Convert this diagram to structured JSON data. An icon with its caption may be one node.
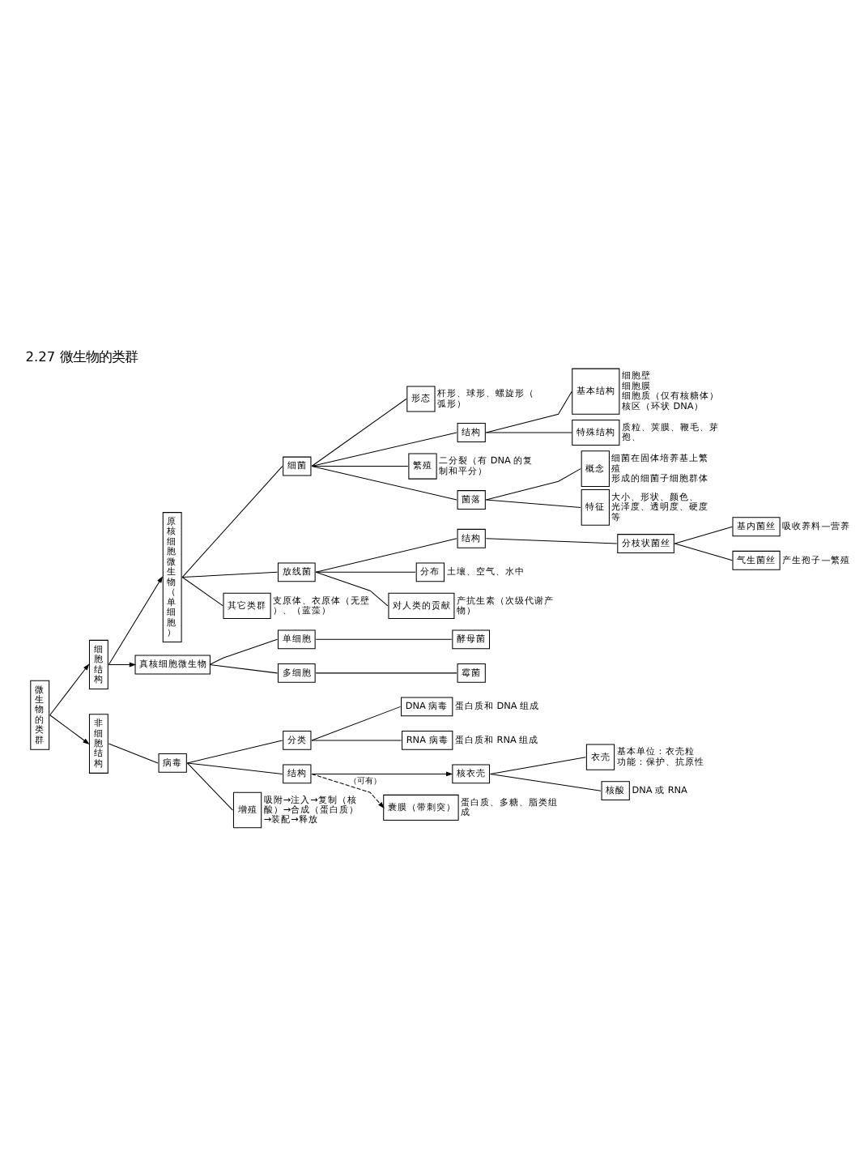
{
  "diagram": {
    "title": "2.27 微生物的类群",
    "nodes": [
      {
        "text": [
          "微生物的类群"
        ]
      },
      {
        "text": [
          "细胞结构"
        ]
      },
      {
        "text": [
          "原核细胞微生物（单细胞）"
        ]
      },
      {
        "text": [
          "细菌"
        ]
      },
      {
        "text": [
          "形态"
        ],
        "beside": [
          "杆形、球形、螺旋形（弧形）"
        ]
      },
      {
        "text": [
          "结构"
        ]
      },
      {
        "text": [
          "基本结构"
        ],
        "beside": [
          "细胞壁",
          "细胞膜",
          "细胞质（仅有核糖体）",
          "核区（环状 DNA）"
        ]
      },
      {
        "text": [
          "特殊结构"
        ],
        "beside": [
          "质粒、荚膜、鞭毛、芽孢、"
        ]
      },
      {
        "text": [
          "繁殖"
        ],
        "beside": [
          "二分裂（有 DNA 的复制和平分）"
        ]
      },
      {
        "text": [
          "菌落"
        ]
      },
      {
        "text": [
          "概念"
        ],
        "beside": [
          "细菌在固体培养基上繁殖",
          "形成的细菌子细胞群体"
        ]
      },
      {
        "text": [
          "特征"
        ],
        "beside": [
          "大小、形状、颜色、",
          "光泽度、透明度、硬度等"
        ]
      },
      {
        "text": [
          "放线菌"
        ]
      },
      {
        "text": [
          "结构"
        ]
      },
      {
        "text": [
          "分枝状菌丝"
        ]
      },
      {
        "text": [
          "基内菌丝"
        ],
        "beside": [
          "吸收养料—营养"
        ]
      },
      {
        "text": [
          "气生菌丝"
        ],
        "beside": [
          "产生孢子—繁殖"
        ]
      },
      {
        "text": [
          "分布"
        ],
        "beside": [
          "土壤、空气、水中"
        ]
      },
      {
        "text": [
          "对人类的贡献"
        ],
        "beside": [
          "产抗生素（次级代谢产物）"
        ]
      },
      {
        "text": [
          "其它类群"
        ],
        "beside": [
          "支原体、衣原体（无壁）、（蓝藻）"
        ]
      },
      {
        "text": [
          "真核细胞微生物"
        ]
      },
      {
        "text": [
          "单细胞"
        ]
      },
      {
        "text": [
          "酵母菌"
        ]
      },
      {
        "text": [
          "多细胞"
        ]
      },
      {
        "text": [
          "霉菌"
        ]
      },
      {
        "text": [
          "非细胞结构"
        ]
      },
      {
        "text": [
          "病毒"
        ]
      },
      {
        "text": [
          "分类"
        ]
      },
      {
        "text": [
          "DNA 病毒"
        ],
        "beside": [
          "蛋白质和 DNA 组成"
        ]
      },
      {
        "text": [
          "RNA 病毒"
        ],
        "beside": [
          "蛋白质和 RNA 组成"
        ]
      },
      {
        "text": [
          "结构"
        ]
      },
      {
        "text": [
          "核衣壳"
        ]
      },
      {
        "text": [
          "衣壳"
        ],
        "beside": [
          "基本单位：衣壳粒",
          "功能：保护、抗原性"
        ]
      },
      {
        "text": [
          "核酸"
        ],
        "beside": [
          "DNA 或 RNA"
        ]
      },
      {
        "text": [
          "囊膜（带刺突）"
        ],
        "beside": [
          "蛋白质、多糖、脂类组成"
        ]
      },
      {
        "text": [
          "增殖"
        ],
        "beside": [
          "吸附→注入→复制（核酸）→合成（蛋白质）→装配→释放"
        ]
      }
    ],
    "edges": [
      {
        "from": 0,
        "to": 1,
        "arrow": "to"
      },
      {
        "from": 0,
        "to": 25,
        "arrow": "to"
      },
      {
        "from": 1,
        "to": 2,
        "arrow": "to"
      },
      {
        "from": 1,
        "to": 20,
        "arrow": "to"
      },
      {
        "from": 2,
        "to": 3,
        "arrow": "none"
      },
      {
        "from": 2,
        "to": 12,
        "arrow": "none"
      },
      {
        "from": 2,
        "to": 19,
        "arrow": "none"
      },
      {
        "from": 3,
        "to": 4,
        "arrow": "none"
      },
      {
        "from": 3,
        "to": 5,
        "arrow": "none"
      },
      {
        "from": 3,
        "to": 8,
        "arrow": "none"
      },
      {
        "from": 3,
        "to": 9,
        "arrow": "none"
      },
      {
        "from": 5,
        "to": 6,
        "arrow": "none"
      },
      {
        "from": 5,
        "to": 7,
        "arrow": "none"
      },
      {
        "from": 9,
        "to": 10,
        "arrow": "none"
      },
      {
        "from": 9,
        "to": 11,
        "arrow": "none"
      },
      {
        "from": 12,
        "to": 13,
        "arrow": "none"
      },
      {
        "from": 12,
        "to": 17,
        "arrow": "none"
      },
      {
        "from": 12,
        "to": 18,
        "arrow": "none"
      },
      {
        "from": 13,
        "to": 14,
        "arrow": "none"
      },
      {
        "from": 14,
        "to": 15,
        "arrow": "none"
      },
      {
        "from": 14,
        "to": 16,
        "arrow": "none"
      },
      {
        "from": 20,
        "to": 21,
        "arrow": "none"
      },
      {
        "from": 20,
        "to": 23,
        "arrow": "none"
      },
      {
        "from": 21,
        "to": 22,
        "arrow": "none"
      },
      {
        "from": 23,
        "to": 24,
        "arrow": "none"
      },
      {
        "from": 25,
        "to": 26,
        "arrow": "none"
      },
      {
        "from": 26,
        "to": 27,
        "arrow": "none"
      },
      {
        "from": 26,
        "to": 30,
        "arrow": "none"
      },
      {
        "from": 26,
        "to": 35,
        "arrow": "none"
      },
      {
        "from": 27,
        "to": 28,
        "arrow": "none"
      },
      {
        "from": 27,
        "to": 29,
        "arrow": "none"
      },
      {
        "from": 30,
        "to": 31,
        "arrow": "to"
      },
      {
        "from": 30,
        "to": 34,
        "arrow": "to",
        "style": "dashed",
        "label": "（可有）"
      },
      {
        "from": 31,
        "to": 32,
        "arrow": "none"
      },
      {
        "from": 31,
        "to": 33,
        "arrow": "none"
      }
    ]
  }
}
